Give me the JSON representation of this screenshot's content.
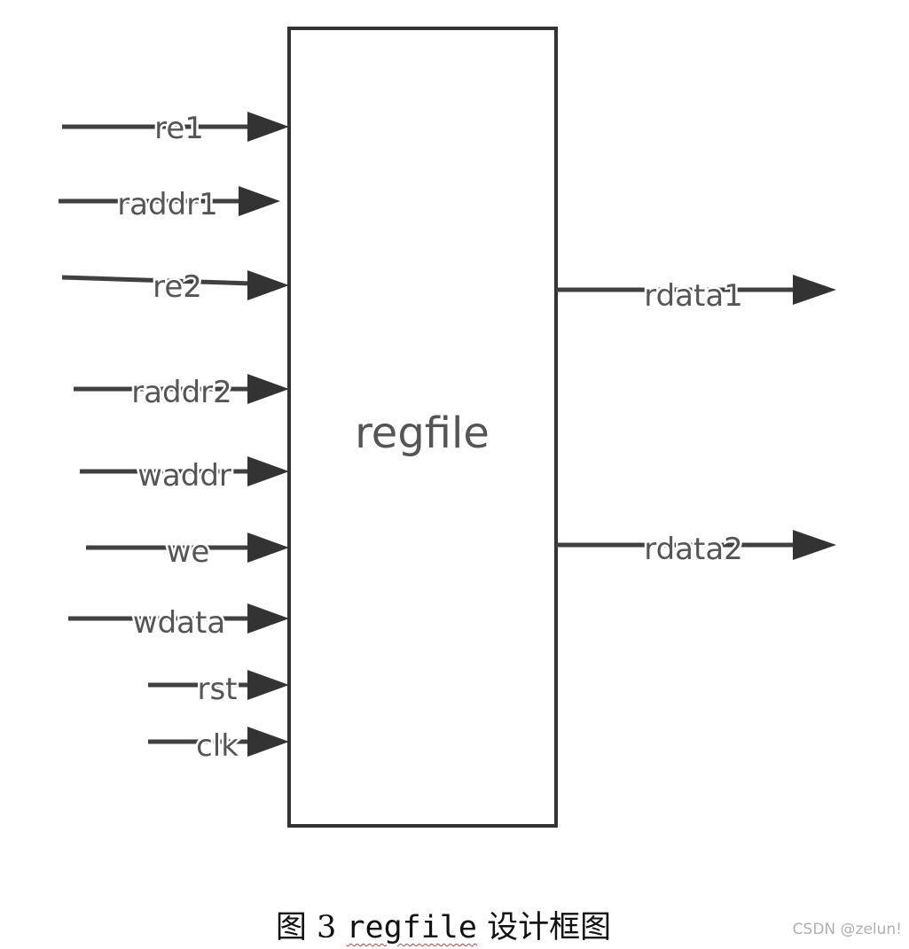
{
  "block": {
    "title": "regfile"
  },
  "inputs": [
    {
      "id": "re1",
      "label": "re1"
    },
    {
      "id": "raddr1",
      "label": "raddr1"
    },
    {
      "id": "re2",
      "label": "re2"
    },
    {
      "id": "raddr2",
      "label": "raddr2"
    },
    {
      "id": "waddr",
      "label": "waddr"
    },
    {
      "id": "we",
      "label": "we"
    },
    {
      "id": "wdata",
      "label": "wdata"
    },
    {
      "id": "rst",
      "label": "rst"
    },
    {
      "id": "clk",
      "label": "clk"
    }
  ],
  "outputs": [
    {
      "id": "rdata1",
      "label": "rdata1"
    },
    {
      "id": "rdata2",
      "label": "rdata2"
    }
  ],
  "caption": {
    "prefix": "图 3 ",
    "code": "regfile",
    "suffix": " 设计框图"
  },
  "watermark": "CSDN @zelun!",
  "colors": {
    "border": "#333333",
    "text": "#555555",
    "arrow": "#333333"
  }
}
